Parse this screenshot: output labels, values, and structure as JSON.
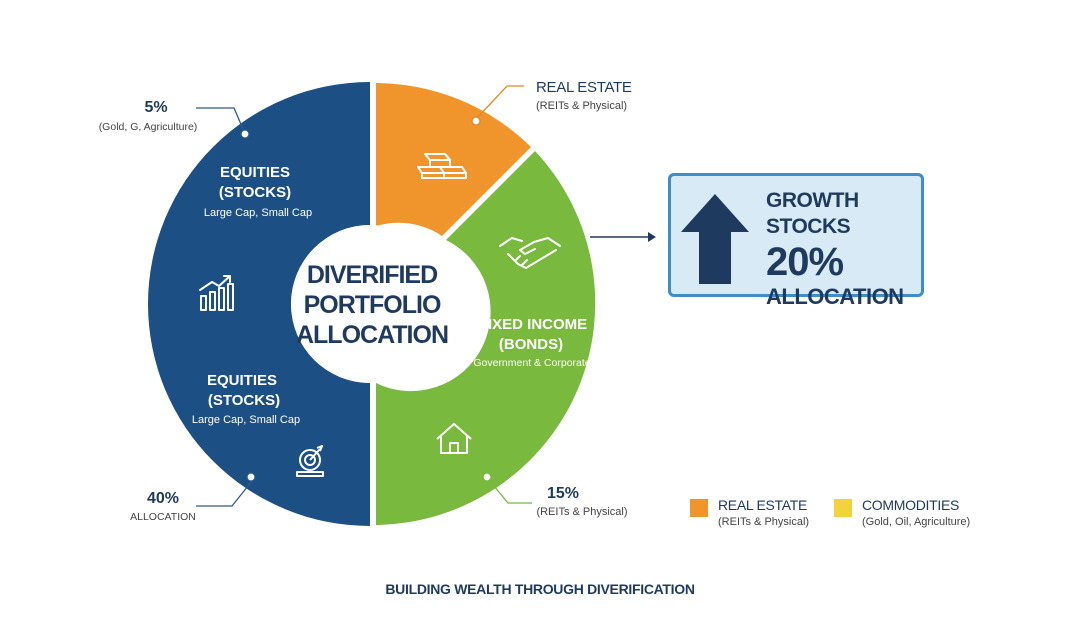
{
  "center": {
    "line1": "DIVERIFIED",
    "line2": "PORTFOLIO",
    "line3": "ALLOCATION"
  },
  "segments": {
    "equities_top": {
      "title1": "EQUITIES",
      "title2": "(STOCKS)",
      "sub": "Large Cap, Small Cap",
      "color": "#1c4f84"
    },
    "equities_bottom": {
      "title1": "EQUITIES",
      "title2": "(STOCKS)",
      "sub": "Large Cap, Small Cap",
      "color": "#1c4f84"
    },
    "real_estate": {
      "color": "#f0952c"
    },
    "fixed_income": {
      "title1": "FIXED INCOME",
      "title2": "(BONDS)",
      "sub": "Government & Corporate",
      "color": "#79b93d"
    }
  },
  "labels": {
    "top_left": {
      "value": "5%",
      "sub": "(Gold, G, Agriculture)"
    },
    "top_right": {
      "title": "REAL ESTATE",
      "sub": "(REITs & Physical)"
    },
    "bottom_left": {
      "value": "40%",
      "sub": "ALLOCATION"
    },
    "bottom_right": {
      "value": "15%",
      "sub": "(REITs & Physical)"
    }
  },
  "callout": {
    "line1": "GROWTH STOCKS",
    "line2": "20%",
    "line3": "ALLOCATION",
    "arrow_color": "#1f3a5f"
  },
  "legend": [
    {
      "name": "REAL ESTATE",
      "sub": "(REITs & Physical)",
      "color": "#f0952c"
    },
    {
      "name": "COMMODITIES",
      "sub": "(Gold, Oil, Agriculture)",
      "color": "#f2d33c"
    }
  ],
  "icons": [
    "gold-bars-icon",
    "handshake-icon",
    "house-icon",
    "bar-chart-icon",
    "target-icon"
  ],
  "footer": "BUILDING WEALTH THROUGH DIVERIFICATION"
}
